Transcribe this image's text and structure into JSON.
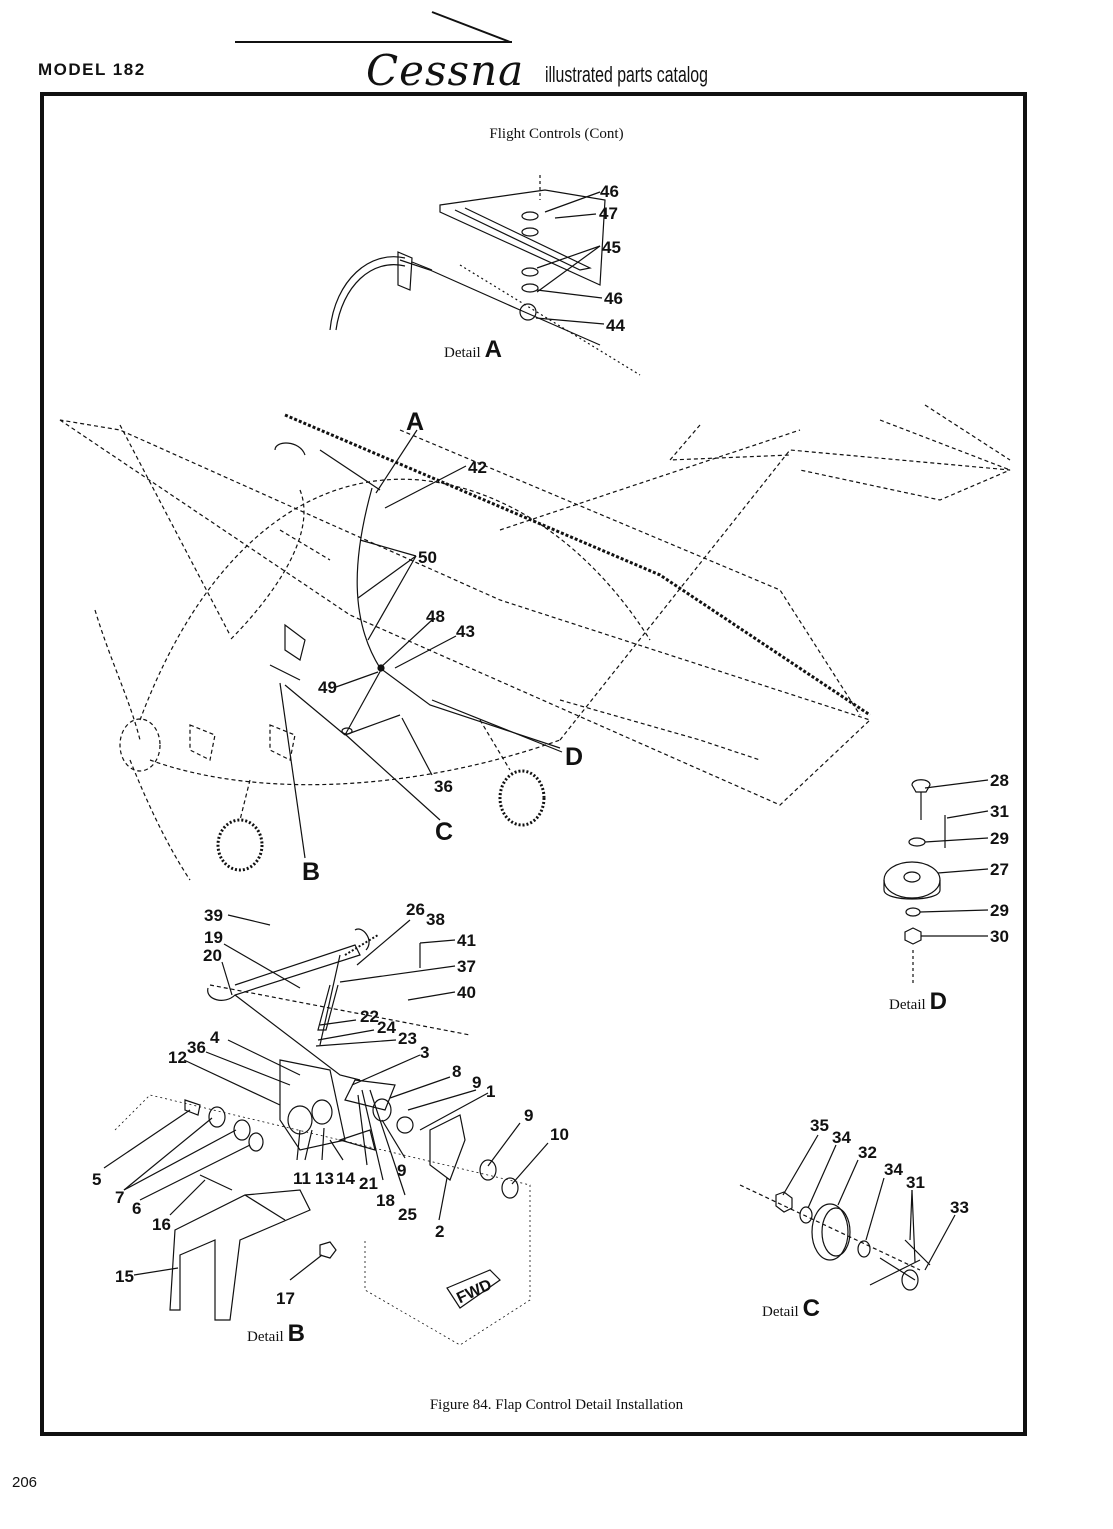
{
  "header": {
    "model": "MODEL 182",
    "brand": "Cessna",
    "catalog": "illustrated parts catalog"
  },
  "figure": {
    "title": "Flight Controls (Cont)",
    "caption": "Figure 84.   Flap Control Detail Installation"
  },
  "page_number": "206",
  "details": {
    "a": {
      "label": "Detail",
      "letter": "A"
    },
    "b": {
      "label": "Detail",
      "letter": "B"
    },
    "c": {
      "label": "Detail",
      "letter": "C"
    },
    "d": {
      "label": "Detail",
      "letter": "D"
    }
  },
  "callouts": {
    "main": [
      "A",
      "42",
      "50",
      "48",
      "43",
      "49",
      "D",
      "36",
      "C",
      "B"
    ],
    "detail_a": [
      "46",
      "47",
      "45",
      "46",
      "44"
    ],
    "detail_b": [
      "39",
      "26",
      "38",
      "41",
      "19",
      "20",
      "37",
      "40",
      "22",
      "24",
      "23",
      "4",
      "36",
      "3",
      "12",
      "8",
      "9",
      "1",
      "9",
      "10",
      "5",
      "7",
      "6",
      "16",
      "11",
      "13",
      "14",
      "21",
      "18",
      "9",
      "25",
      "2",
      "15",
      "17"
    ],
    "detail_c": [
      "35",
      "34",
      "32",
      "34",
      "31",
      "33"
    ],
    "detail_d": [
      "28",
      "31",
      "29",
      "27",
      "29",
      "30"
    ]
  },
  "fwd_label": "FWD"
}
